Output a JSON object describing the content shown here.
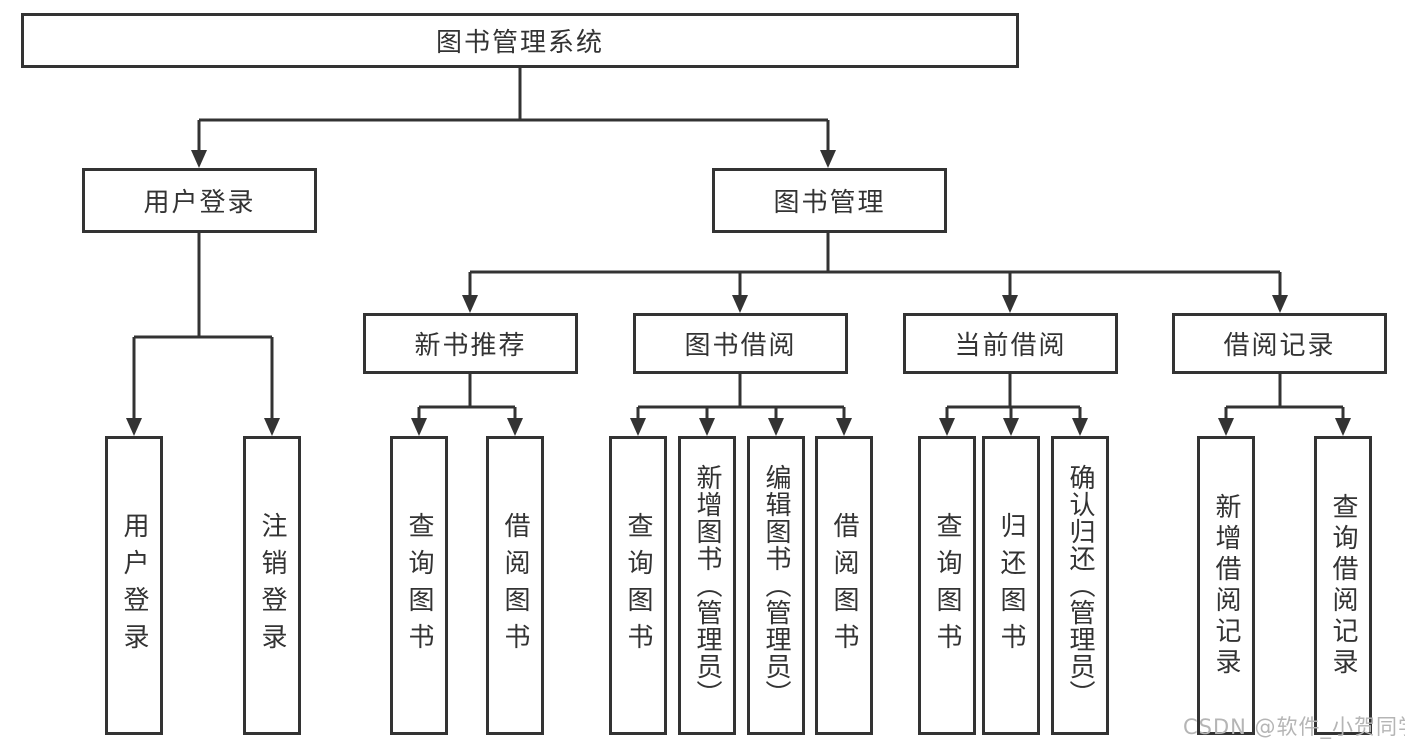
{
  "diagram": {
    "root": {
      "label": "图书管理系统"
    },
    "branches": [
      {
        "label": "用户登录",
        "children": [
          {
            "label": "用户登录"
          },
          {
            "label": "注销登录"
          }
        ]
      },
      {
        "label": "图书管理",
        "children": [
          {
            "label": "新书推荐",
            "children": [
              {
                "label": "查询图书"
              },
              {
                "label": "借阅图书"
              }
            ]
          },
          {
            "label": "图书借阅",
            "children": [
              {
                "label": "查询图书"
              },
              {
                "label": "新增图书（管理员）"
              },
              {
                "label": "编辑图书（管理员）"
              },
              {
                "label": "借阅图书"
              }
            ]
          },
          {
            "label": "当前借阅",
            "children": [
              {
                "label": "查询图书"
              },
              {
                "label": "归还图书"
              },
              {
                "label": "确认归还（管理员）"
              }
            ]
          },
          {
            "label": "借阅记录",
            "children": [
              {
                "label": "新增借阅记录"
              },
              {
                "label": "查询借阅记录"
              }
            ]
          }
        ]
      }
    ],
    "line_color": "#333333",
    "background_color": "#ffffff"
  },
  "watermark": {
    "text": "CSDN @软件_小贺同学"
  }
}
